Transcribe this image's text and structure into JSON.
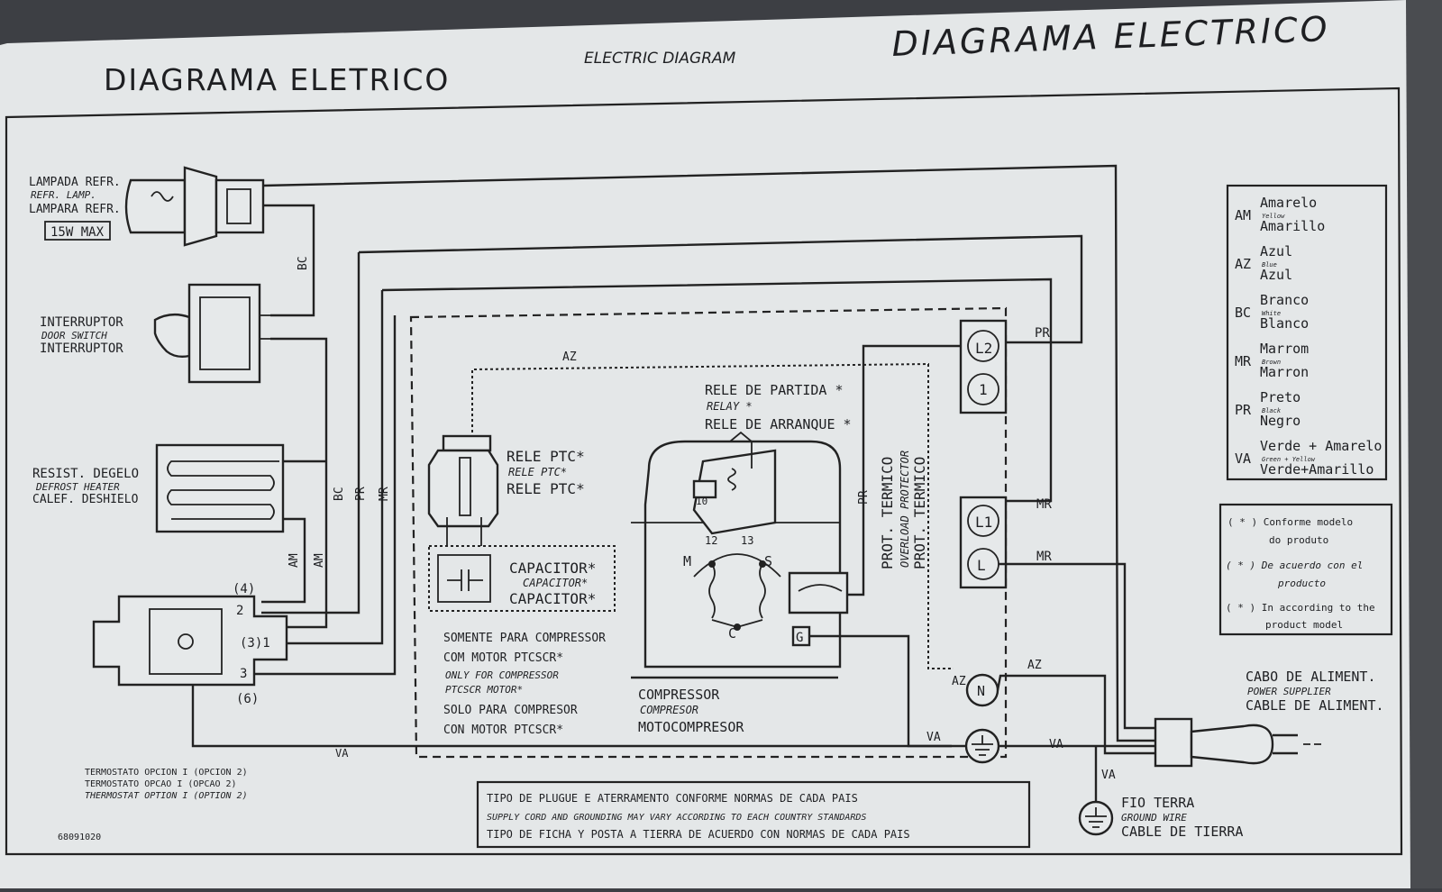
{
  "titles": {
    "left": "DIAGRAMA ELETRICO",
    "center": "ELECTRIC DIAGRAM",
    "right": "DIAGRAMA ELECTRICO"
  },
  "lamp": {
    "line1": "LAMPADA REFR.",
    "line2": "REFR. LAMP.",
    "line3": "LAMPARA REFR.",
    "rating": "15W MAX"
  },
  "door_switch": {
    "line1": "INTERRUPTOR",
    "line2": "DOOR SWITCH",
    "line3": "INTERRUPTOR"
  },
  "defrost": {
    "line1": "RESIST. DEGELO",
    "line2": "DEFROST HEATER",
    "line3": "CALEF. DESHIELO"
  },
  "thermostat": {
    "pin4": "(4)",
    "pin2": "2",
    "pin31": "(3)1",
    "pin3": "3",
    "pin6": "(6)",
    "row1": "TERMOSTATO   OPCION I  (OPCION 2)",
    "row2": "TERMOSTATO   OPCAO I   (OPCAO 2)",
    "row3": "THERMOSTAT   OPTION I  (OPTION 2)"
  },
  "ptc_relay": {
    "line1": "RELE PTC*",
    "line2": "RELE PTC*",
    "line3": "RELE PTC*"
  },
  "capacitor": {
    "line1": "CAPACITOR*",
    "line2": "CAPACITOR*",
    "line3": "CAPACITOR*"
  },
  "ptc_note": {
    "l1": "SOMENTE PARA COMPRESSOR",
    "l2": "COM MOTOR PTCSCR*",
    "l3": "ONLY FOR COMPRESSOR",
    "l4": "PTCSCR MOTOR*",
    "l5": "SOLO PARA COMPRESOR",
    "l6": "CON MOTOR PTCSCR*"
  },
  "start_relay": {
    "line1": "RELE DE PARTIDA *",
    "line2": "RELAY *",
    "line3": "RELE DE ARRANQUE *",
    "pin10": "10",
    "pin12": "12",
    "pin13": "13"
  },
  "compressor": {
    "line1": "COMPRESSOR",
    "line2": "COMPRESOR",
    "line3": "MOTOCOMPRESOR",
    "m": "M",
    "s": "S",
    "c": "C",
    "g": "G"
  },
  "overload": {
    "line1": "PROT. TERMICO",
    "line2": "OVERLOAD PROTECTOR",
    "line3": "PROT. TERMICO"
  },
  "terminals": {
    "l2": "L2",
    "one": "1",
    "l1": "L1",
    "l": "L",
    "n": "N"
  },
  "wire_labels": {
    "bc_lamp": "BC",
    "bc_mid": "BC",
    "pr_mid": "PR",
    "mr_mid": "MR",
    "am1": "AM",
    "am2": "AM",
    "az_top": "AZ",
    "pr_relay": "PR",
    "pr_right": "PR",
    "mr_right1": "MR",
    "mr_right2": "MR",
    "az_n": "AZ",
    "az_right": "AZ",
    "va_bottom": "VA",
    "va_ground": "VA",
    "va_right": "VA",
    "va_drop": "VA"
  },
  "legend": {
    "rows": [
      {
        "code": "AM",
        "pt": "Amarelo",
        "en": "Yellow",
        "es": "Amarillo"
      },
      {
        "code": "AZ",
        "pt": "Azul",
        "en": "Blue",
        "es": "Azul"
      },
      {
        "code": "BC",
        "pt": "Branco",
        "en": "White",
        "es": "Blanco"
      },
      {
        "code": "MR",
        "pt": "Marrom",
        "en": "Brown",
        "es": "Marron"
      },
      {
        "code": "PR",
        "pt": "Preto",
        "en": "Black",
        "es": "Negro"
      },
      {
        "code": "VA",
        "pt": "Verde + Amarelo",
        "en": "Green + Yellow",
        "es": "Verde+Amarillo"
      }
    ]
  },
  "model_note": {
    "pt1": "( * ) Conforme modelo",
    "pt2": "do produto",
    "es1": "( * ) De acuerdo con el",
    "es2": "producto",
    "en1": "( * ) In according to the",
    "en2": "product model"
  },
  "supply_cable": {
    "line1": "CABO DE ALIMENT.",
    "line2": "POWER SUPPLIER",
    "line3": "CABLE DE ALIMENT."
  },
  "ground_wire": {
    "line1": "FIO TERRA",
    "line2": "GROUND WIRE",
    "line3": "CABLE DE TIERRA"
  },
  "plug_note": {
    "line1": "TIPO DE PLUGUE E ATERRAMENTO CONFORME NORMAS DE CADA PAIS",
    "line2": "SUPPLY CORD AND GROUNDING MAY VARY ACCORDING TO EACH COUNTRY STANDARDS",
    "line3": "TIPO DE FICHA Y POSTA A TIERRA DE ACUERDO CON NORMAS DE CADA PAIS"
  },
  "code": "68091020",
  "colors": {
    "paper": "#e4e7e8",
    "ink": "#1e1f22",
    "background": "#3d3f44"
  }
}
